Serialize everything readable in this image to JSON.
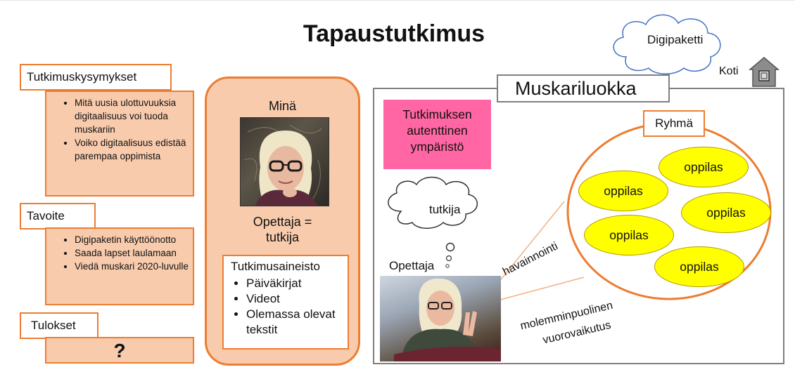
{
  "slide": {
    "title": "Tapaustutkimus",
    "cloud_digipaketti": "Digipaketti",
    "koti": "Koti",
    "left": {
      "questions_label": "Tutkimuskysymykset",
      "questions": [
        "Mitä uusia ulottuvuuksia digitaalisuus voi tuoda muskariin",
        "Voiko digitaalisuus edistää parempaa oppimista"
      ],
      "goal_label": "Tavoite",
      "goals": [
        "Digipaketin käyttöönotto",
        "Saada lapset laulamaan",
        "Viedä muskari 2020-luvulle"
      ],
      "results_label": "Tulokset",
      "results_value": "?"
    },
    "middle": {
      "me": "Minä",
      "teacher_line1": "Opettaja =",
      "teacher_line2": "tutkija",
      "materials_title": "Tutkimusaineisto",
      "materials": [
        "Päiväkirjat",
        "Videot",
        "Olemassa olevat tekstit"
      ]
    },
    "right": {
      "class_title": "Muskariluokka",
      "authentic_env": [
        "Tutkimuksen",
        "autenttinen",
        "ympäristö"
      ],
      "group_label": "Ryhmä",
      "students": [
        "oppilas",
        "oppilas",
        "oppilas",
        "oppilas",
        "oppilas"
      ],
      "thought": "tutkija",
      "teacher": "Opettaja",
      "observation": "havainnointi",
      "interaction_line1": "molemminpuolinen",
      "interaction_line2": "vuorovaikutus"
    }
  },
  "colors": {
    "orange": "#ed7d31",
    "peach": "#f8cbad",
    "pink": "#ff66a3",
    "yellow": "#ffff00",
    "gray": "#7f7f7f"
  }
}
